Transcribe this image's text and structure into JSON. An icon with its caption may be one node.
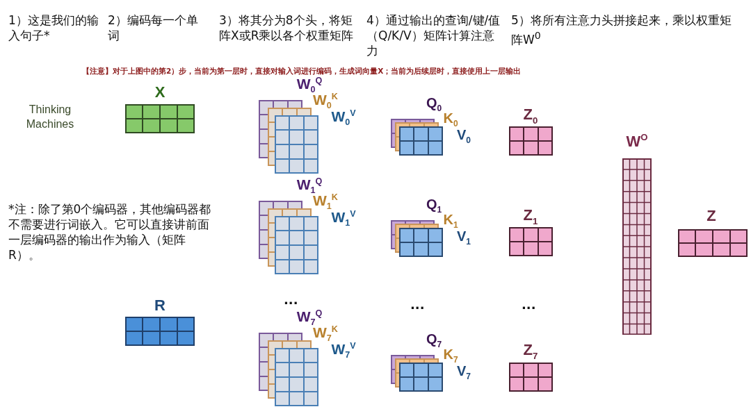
{
  "diagram": {
    "nodes": [
      {
        "text": [
          "X"
        ]
      },
      {
        "text": [
          "W$_{0}$$^{Q}$"
        ]
      },
      {
        "text": [
          "W$_{0}$$^{K}$"
        ]
      },
      {
        "text": [
          "W$_{0}$$^{V}$"
        ]
      },
      {
        "text": [
          "Q$_{0}$"
        ]
      },
      {
        "text": [
          "K$_{0}$"
        ]
      },
      {
        "text": [
          "V$_{0}$"
        ]
      },
      {
        "text": [
          "Z$_{0}$"
        ]
      },
      {
        "text": [
          "W$^{O}$"
        ]
      },
      {
        "text": [
          "W$_{1}$$^{Q}$"
        ]
      },
      {
        "text": [
          "W$_{1}$$^{K}$"
        ]
      },
      {
        "text": [
          "W$_{1}$$^{V}$"
        ]
      },
      {
        "text": [
          "Q$_{1}$"
        ]
      },
      {
        "text": [
          "K$_{1}$"
        ]
      },
      {
        "text": [
          "V$_{1}$"
        ]
      },
      {
        "text": [
          "Z$_{1}$"
        ]
      },
      {
        "text": [
          "Z"
        ]
      },
      {
        "text": [
          "R"
        ]
      },
      {
        "text": [
          "W$_{7}$$^{Q}$"
        ]
      },
      {
        "text": [
          "W$_{7}$$^{K}$"
        ]
      },
      {
        "text": [
          "W$_{7}$$^{V}$"
        ]
      },
      {
        "text": [
          "Q$_{7}$"
        ]
      },
      {
        "text": [
          "K$_{7}$"
        ]
      },
      {
        "text": [
          "V$_{7}$"
        ]
      },
      {
        "text": [
          "Z$_{7}$"
        ]
      }
    ],
    "labels": [
      "1）这是我们的输入句子*",
      "2）编码每一个单词",
      "3）将其分为8个头，将矩阵X或R乘以各个权重矩阵",
      "4）通过输出的查询/键/值（Q/K/V）矩阵计算注意力",
      "5）将所有注意力头拼接起来，乘以权重矩阵W$^{0}$",
      "【注意】对于上图中的第2）步，当前为第一层时，直接对输入词进行编码，生成词向量X；当前为后续层时，直接使用上一层输出",
      "Thinking Machines",
      "*注：除了第0个编码器，其他编码器都不需要进行词嵌入。它可以直接讲前面一层编码器的输出作为输入（矩阵R）。",
      "...",
      "...",
      "..."
    ]
  }
}
